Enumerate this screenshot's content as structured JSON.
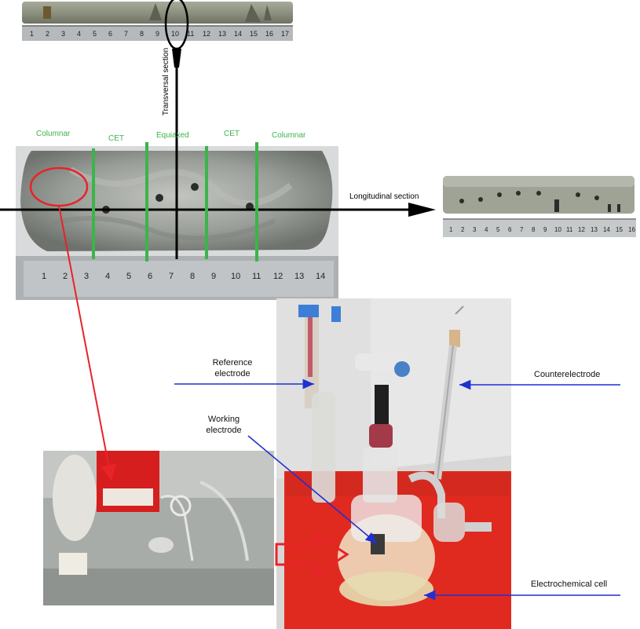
{
  "top_specimen": {
    "ruler_numbers": [
      "1",
      "2",
      "3",
      "4",
      "5",
      "6",
      "7",
      "8",
      "9",
      "10",
      "11",
      "12",
      "13",
      "14",
      "15",
      "16",
      "17"
    ]
  },
  "labels": {
    "transversal_section": "Transversal section",
    "longitudinal_section": "Longitudinal section"
  },
  "zones": [
    "Columnar",
    "CET",
    "Equiaxed",
    "CET",
    "Columnar"
  ],
  "main_specimen": {
    "ruler_numbers": [
      "1",
      "2",
      "3",
      "4",
      "5",
      "6",
      "7",
      "8",
      "9",
      "10",
      "11",
      "12",
      "13",
      "14"
    ]
  },
  "side_specimen": {
    "ruler_numbers": [
      "1",
      "2",
      "3",
      "4",
      "5",
      "6",
      "7",
      "8",
      "9",
      "10",
      "11",
      "12",
      "13",
      "14",
      "15",
      "16"
    ]
  },
  "callouts": {
    "reference_electrode": [
      "Reference",
      "electrode"
    ],
    "working_electrode": [
      "Working",
      "electrode"
    ],
    "counterelectrode": "Counterelectrode",
    "electrochemical_cell": "Electrochemical cell"
  },
  "colors": {
    "zone_green": "#3cb44b",
    "arrow_red": "#e8232a",
    "arrow_blue": "#1f2fd6",
    "axis_black": "#000000",
    "cell_red_mat": "#e0281e"
  }
}
